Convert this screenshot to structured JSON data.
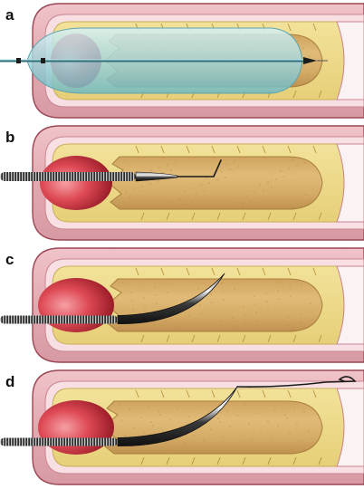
{
  "panels": [
    {
      "label": "a",
      "device": "balloon-catheter"
    },
    {
      "label": "b",
      "device": "guidewire-with-bent-tip"
    },
    {
      "label": "c",
      "device": "curved-catheter"
    },
    {
      "label": "d",
      "device": "curved-catheter-with-looped-wire"
    }
  ],
  "colors": {
    "vessel_wall": "#e3a9b0",
    "vessel_wall_edge": "#9c4654",
    "lumen_wall": "#f7dfe3",
    "plaque": "#ecd989",
    "occlusion": "#d7b068",
    "lumen_red": "#c8222f",
    "balloon": "#9fd6dc",
    "wire": "#1b1b1b"
  }
}
